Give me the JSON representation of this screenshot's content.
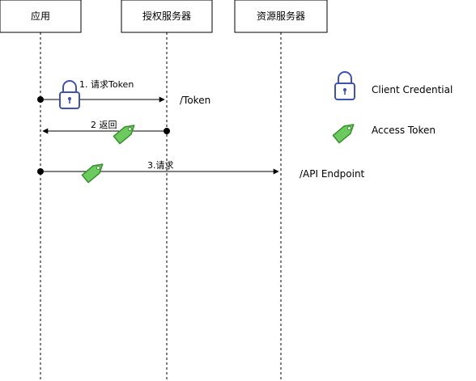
{
  "participants": [
    {
      "id": "app",
      "label": "应用"
    },
    {
      "id": "auth",
      "label": "授权服务器"
    },
    {
      "id": "resource",
      "label": "资源服务器"
    }
  ],
  "messages": [
    {
      "label": "1. 请求Token",
      "from": "app",
      "to": "auth",
      "endpoint": "/Token",
      "carries": "lock-icon"
    },
    {
      "label": "2 返回",
      "from": "auth",
      "to": "app",
      "endpoint": "",
      "carries": "tag-icon"
    },
    {
      "label": "3.请求",
      "from": "app",
      "to": "resource",
      "endpoint": "/API Endpoint",
      "carries": "tag-icon"
    }
  ],
  "legend": [
    {
      "icon": "lock-icon",
      "label": "Client Credential"
    },
    {
      "icon": "tag-icon",
      "label": "Access Token"
    }
  ],
  "colors": {
    "lock": "#3f51b5",
    "tag_fill": "#6ccb5f",
    "tag_stroke": "#3a8f30",
    "line": "#000000"
  }
}
